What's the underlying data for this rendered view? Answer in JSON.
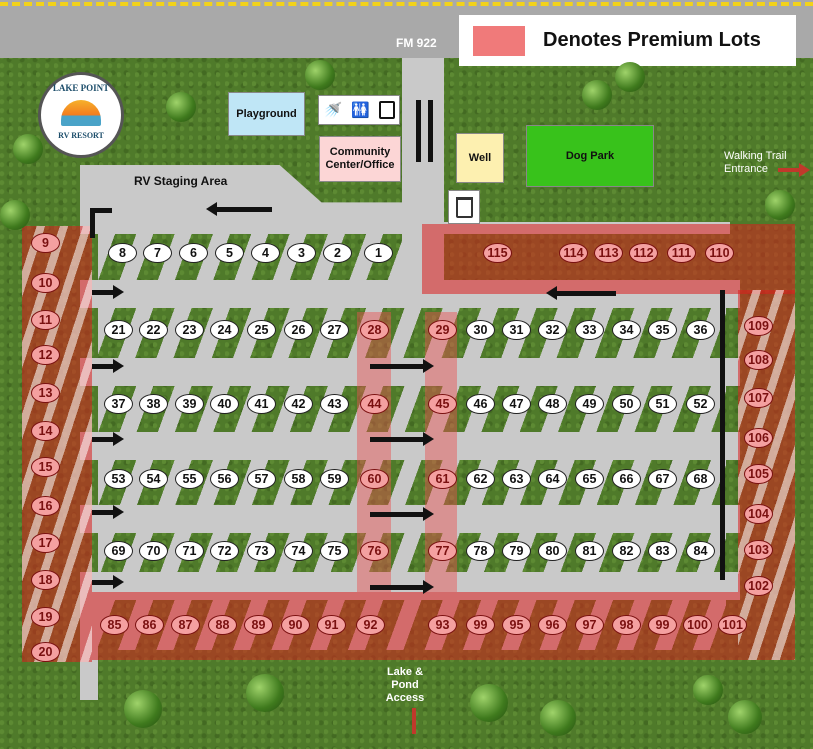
{
  "road_label": "FM 922",
  "legend": {
    "text": "Denotes Premium Lots",
    "swatch_color": "#f07a7a"
  },
  "logo": {
    "text_top": "LAKE POINT",
    "text_bottom": "RV RESORT",
    "icon": "sunrise-lake-logo-icon"
  },
  "facilities": {
    "playground": "Playground",
    "community": "Community Center/Office",
    "well": "Well",
    "dog_park": "Dog Park",
    "amenities_icons": [
      "shower-icon",
      "restroom-icon",
      "laundry-icon"
    ],
    "trash_icon": "trash-can-icon"
  },
  "labels": {
    "staging": "RV Staging Area",
    "walking_trail": "Walking Trail Entrance",
    "lake_access": "Lake & Pond Access"
  },
  "colors": {
    "premium": "#da1e1e",
    "road": "#c9c9c9",
    "grass": "#4f7a2a",
    "dog_park": "#38c21b"
  },
  "lots": {
    "row_top": [
      "8",
      "7",
      "6",
      "5",
      "4",
      "3",
      "2",
      "1"
    ],
    "row_top_premium": [
      "115",
      "114",
      "113",
      "112",
      "111",
      "110"
    ],
    "row_a": [
      "21",
      "22",
      "23",
      "24",
      "25",
      "26",
      "27",
      "28",
      "29",
      "30",
      "31",
      "32",
      "33",
      "34",
      "35",
      "36"
    ],
    "row_b": [
      "37",
      "38",
      "39",
      "40",
      "41",
      "42",
      "43",
      "44",
      "45",
      "46",
      "47",
      "48",
      "49",
      "50",
      "51",
      "52"
    ],
    "row_c": [
      "53",
      "54",
      "55",
      "56",
      "57",
      "58",
      "59",
      "60",
      "61",
      "62",
      "63",
      "64",
      "65",
      "66",
      "67",
      "68"
    ],
    "row_d": [
      "69",
      "70",
      "71",
      "72",
      "73",
      "74",
      "75",
      "76",
      "77",
      "78",
      "79",
      "80",
      "81",
      "82",
      "83",
      "84"
    ],
    "row_bottom": [
      "85",
      "86",
      "87",
      "88",
      "89",
      "90",
      "91",
      "92",
      "93",
      "99",
      "95",
      "96",
      "97",
      "98",
      "99",
      "100",
      "101"
    ],
    "left_column": [
      "9",
      "10",
      "11",
      "12",
      "13",
      "14",
      "15",
      "16",
      "17",
      "18",
      "19",
      "20"
    ],
    "right_column": [
      "109",
      "108",
      "107",
      "106",
      "105",
      "104",
      "103",
      "102"
    ],
    "premium": [
      "9",
      "10",
      "11",
      "12",
      "13",
      "14",
      "15",
      "16",
      "17",
      "18",
      "19",
      "20",
      "28",
      "29",
      "44",
      "45",
      "60",
      "61",
      "76",
      "77",
      "85",
      "86",
      "87",
      "88",
      "89",
      "90",
      "91",
      "92",
      "93",
      "99",
      "95",
      "96",
      "97",
      "98",
      "100",
      "101",
      "102",
      "103",
      "104",
      "105",
      "106",
      "107",
      "108",
      "109",
      "110",
      "111",
      "112",
      "113",
      "114",
      "115"
    ]
  }
}
